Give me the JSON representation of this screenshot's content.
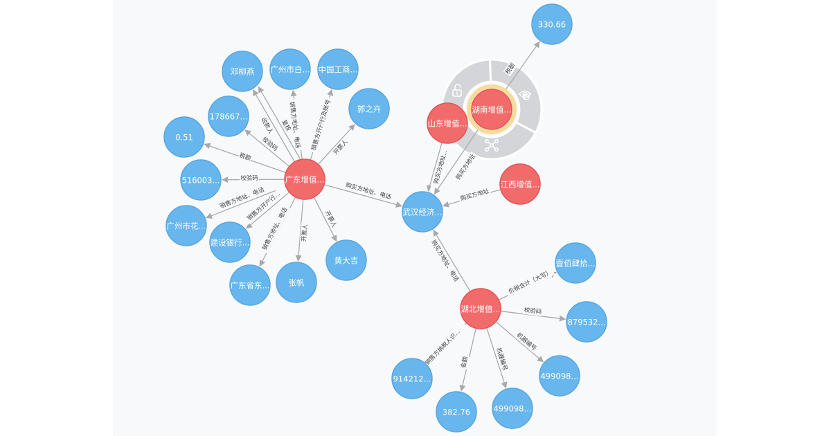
{
  "colors": {
    "red_node": "#f26b6b",
    "blue_node": "#68b6ee",
    "edge": "#a9a9a9",
    "menu": "#d4d5d8",
    "selection_ring": "#f6dc9c"
  },
  "nodes": [
    {
      "id": "gd",
      "label": "广东增值...",
      "color": "red"
    },
    {
      "id": "wh",
      "label": "武汉经济...",
      "color": "blue"
    },
    {
      "id": "sd",
      "label": "山东增值...",
      "color": "red"
    },
    {
      "id": "hn",
      "label": "湖南增值...",
      "color": "red",
      "selected": true
    },
    {
      "id": "jx",
      "label": "江西增值...",
      "color": "red"
    },
    {
      "id": "hb",
      "label": "湖北增值...",
      "color": "red"
    },
    {
      "id": "n33066",
      "label": "330.66",
      "color": "blue"
    },
    {
      "id": "dengliuyan",
      "label": "邓柳燕",
      "color": "blue"
    },
    {
      "id": "gzbai",
      "label": "广州市白...",
      "color": "blue"
    },
    {
      "id": "zggs",
      "label": "中国工商...",
      "color": "blue"
    },
    {
      "id": "guozhiqi",
      "label": "郭之卉",
      "color": "blue"
    },
    {
      "id": "n178667",
      "label": "178667...",
      "color": "blue"
    },
    {
      "id": "n051",
      "label": "0.51",
      "color": "blue"
    },
    {
      "id": "n516003",
      "label": "516003...",
      "color": "blue"
    },
    {
      "id": "gzhua",
      "label": "广州市花...",
      "color": "blue"
    },
    {
      "id": "jsyh",
      "label": "建设银行...",
      "color": "blue"
    },
    {
      "id": "gdsd",
      "label": "广东省东...",
      "color": "blue"
    },
    {
      "id": "zhangfan",
      "label": "张帆",
      "color": "blue"
    },
    {
      "id": "huangdaji",
      "label": "黄大吉",
      "color": "blue"
    },
    {
      "id": "ybsl",
      "label": "壹佰肆拾...",
      "color": "blue"
    },
    {
      "id": "n879532",
      "label": "879532...",
      "color": "blue"
    },
    {
      "id": "n499098a",
      "label": "499098...",
      "color": "blue"
    },
    {
      "id": "n499098b",
      "label": "499098...",
      "color": "blue"
    },
    {
      "id": "n38276",
      "label": "382.76",
      "color": "blue"
    },
    {
      "id": "n914212",
      "label": "914212...",
      "color": "blue"
    }
  ],
  "edges": [
    {
      "source": "gd",
      "target": "dengliuyan",
      "label": "收款人"
    },
    {
      "source": "gd",
      "target": "gzbai",
      "label": "销售方地址、电话"
    },
    {
      "source": "gd",
      "target": "zggs",
      "label": "销售方开户行及账号"
    },
    {
      "source": "gd",
      "target": "guozhiqi",
      "label": "开票人"
    },
    {
      "source": "gd",
      "target": "n178667",
      "label": "校验码"
    },
    {
      "source": "gd",
      "target": "n051",
      "label": "税额"
    },
    {
      "source": "gd",
      "target": "n516003",
      "label": "校验码"
    },
    {
      "source": "gd",
      "target": "gzhua",
      "label": "销售方地址、电话"
    },
    {
      "source": "gd",
      "target": "jsyh",
      "label": "销售方开户行..."
    },
    {
      "source": "gd",
      "target": "gdsd",
      "label": "销售方地址、电话"
    },
    {
      "source": "gd",
      "target": "zhangfan",
      "label": "开票人"
    },
    {
      "source": "gd",
      "target": "huangdaji",
      "label": "开票人"
    },
    {
      "source": "gd",
      "target": "dengliuyan",
      "label": "复核",
      "second": true
    },
    {
      "source": "gd",
      "target": "wh",
      "label": "购买方地址、电话"
    },
    {
      "source": "sd",
      "target": "wh",
      "label": "购买方地址..."
    },
    {
      "source": "hn",
      "target": "wh",
      "label": "购买方地址"
    },
    {
      "source": "jx",
      "target": "wh",
      "label": "购买方地址"
    },
    {
      "source": "hb",
      "target": "wh",
      "label": "购买方地址、电话"
    },
    {
      "source": "hn",
      "target": "n33066",
      "label": "税额"
    },
    {
      "source": "hb",
      "target": "ybsl",
      "label": "价税合计（大写）"
    },
    {
      "source": "hb",
      "target": "n879532",
      "label": "校验码"
    },
    {
      "source": "hb",
      "target": "n499098a",
      "label": "机器编号"
    },
    {
      "source": "hb",
      "target": "n499098b",
      "label": "机器编号"
    },
    {
      "source": "hb",
      "target": "n38276",
      "label": "金额"
    },
    {
      "source": "hb",
      "target": "n914212",
      "label": "销售方纳税人识..."
    }
  ],
  "node_menu": {
    "node": "hn",
    "items": [
      {
        "icon": "unlock-icon"
      },
      {
        "icon": "eye-hide-icon"
      },
      {
        "icon": "expand-network-icon"
      }
    ]
  }
}
